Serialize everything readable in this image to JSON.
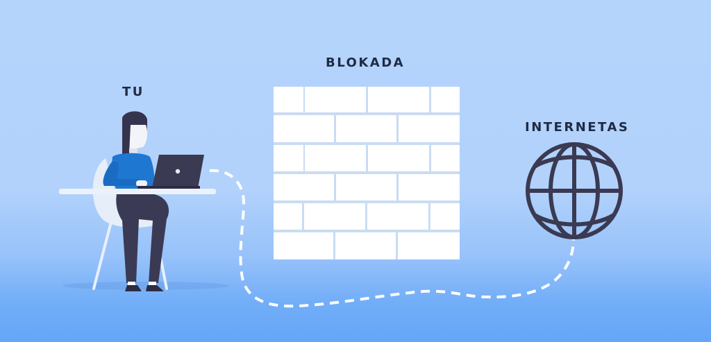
{
  "diagram": {
    "you_label": "TU",
    "block_label": "BLOKADA",
    "internet_label": "INTERNETAS",
    "nodes": [
      {
        "id": "user",
        "label": "TU",
        "icon": "person-with-laptop-icon"
      },
      {
        "id": "block",
        "label": "BLOKADA",
        "icon": "brick-wall-icon"
      },
      {
        "id": "internet",
        "label": "INTERNETAS",
        "icon": "globe-icon"
      }
    ],
    "edges": [
      {
        "from": "user",
        "to": "internet",
        "style": "dashed",
        "routed": "under-wall"
      }
    ]
  },
  "colors": {
    "background_top": "#b4d4fc",
    "background_bottom": "#64a6f8",
    "text": "#1f2a44",
    "icon_dark": "#3a3a52",
    "shirt": "#1e78d2",
    "brick": "#ffffff",
    "mortar": "#c9dcf3",
    "dash": "#ffffff"
  }
}
